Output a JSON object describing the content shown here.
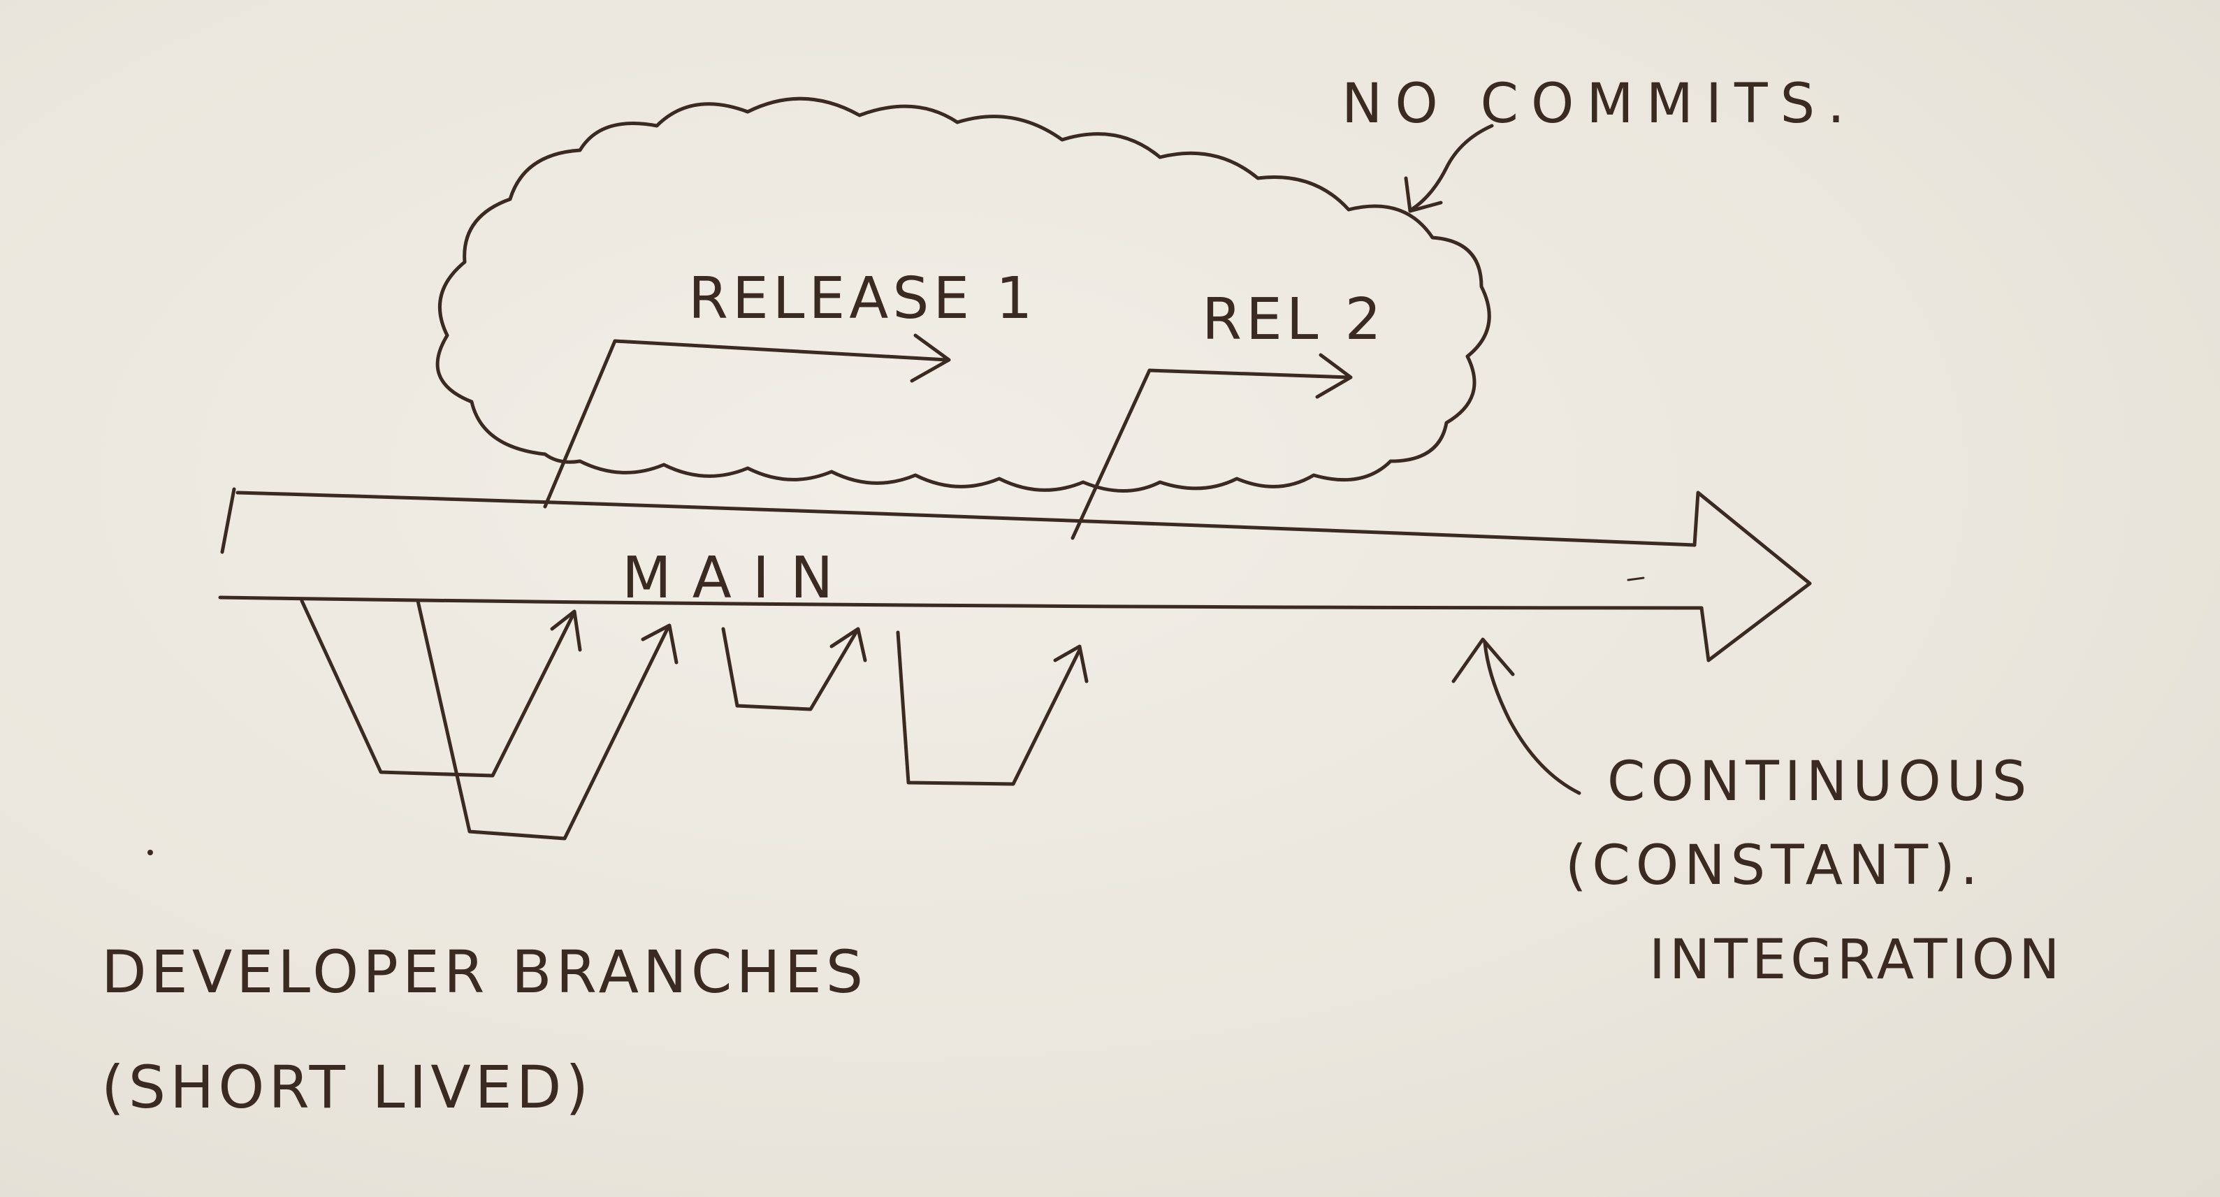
{
  "diagram": {
    "annotation_no_commits": "NO COMMITS.",
    "label_release1": "RELEASE 1",
    "label_rel2": "REL 2",
    "label_main": "MAIN",
    "label_continuous_line1": "CONTINUOUS",
    "label_continuous_line2": "(CONSTANT).",
    "label_continuous_line3": "INTEGRATION",
    "label_dev_line1": "DEVELOPER BRANCHES",
    "label_dev_line2": "(SHORT LIVED)",
    "ink_color": "#3a2a22",
    "paper_color": "#ede9e1"
  }
}
